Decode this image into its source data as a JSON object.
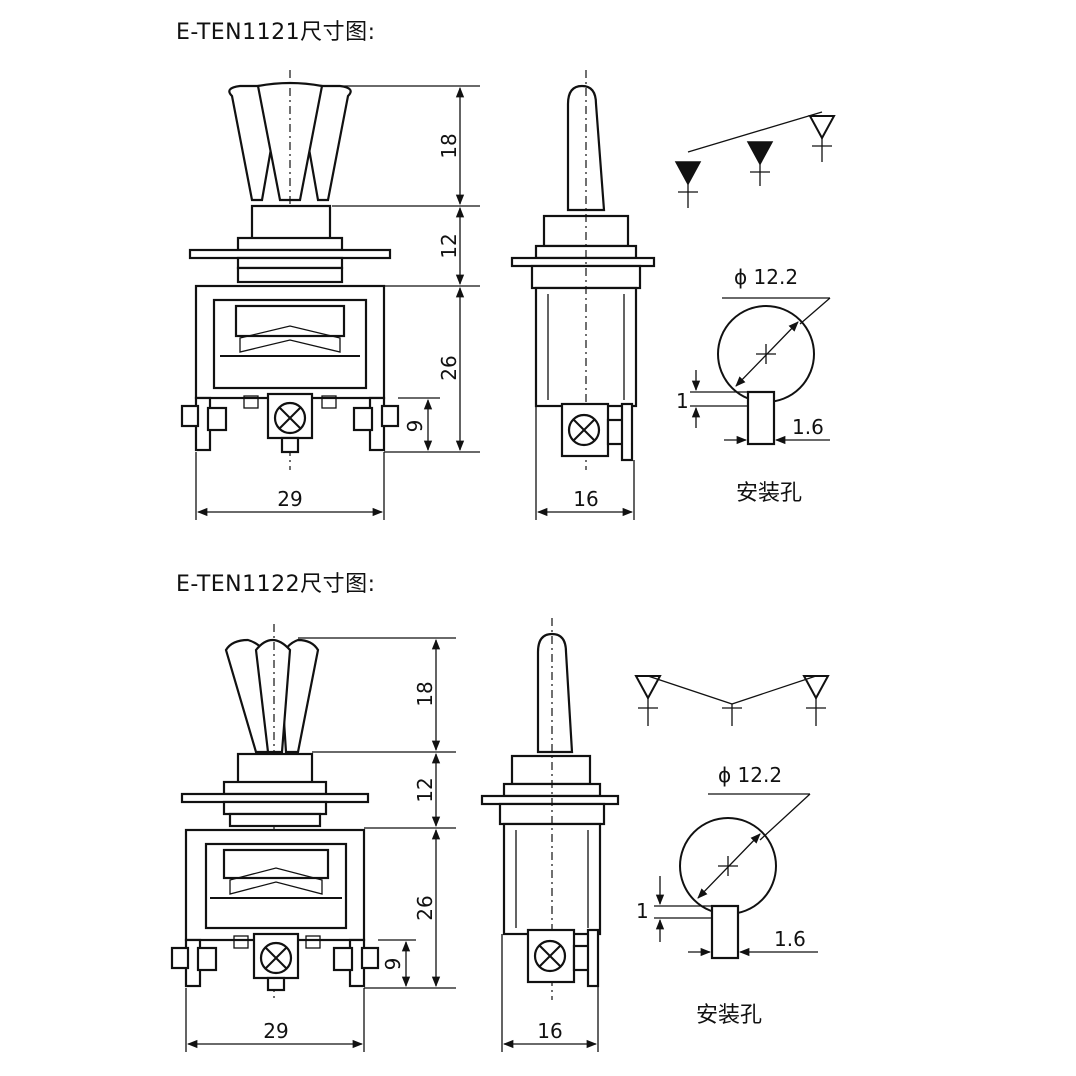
{
  "sections": [
    {
      "title": "E-TEN1121尺寸图:",
      "dims": {
        "lever": "18",
        "bushing": "12",
        "body": "26",
        "terminal": "9",
        "width": "29",
        "side_width": "16"
      },
      "mounting_hole": {
        "diameter": "ϕ 12.2",
        "key_height": "1",
        "key_width": "1.6",
        "caption": "安装孔"
      }
    },
    {
      "title": "E-TEN1122尺寸图:",
      "dims": {
        "lever": "18",
        "bushing": "12",
        "body": "26",
        "terminal": "9",
        "width": "29",
        "side_width": "16"
      },
      "mounting_hole": {
        "diameter": "ϕ 12.2",
        "key_height": "1",
        "key_width": "1.6",
        "caption": "安装孔"
      }
    }
  ]
}
